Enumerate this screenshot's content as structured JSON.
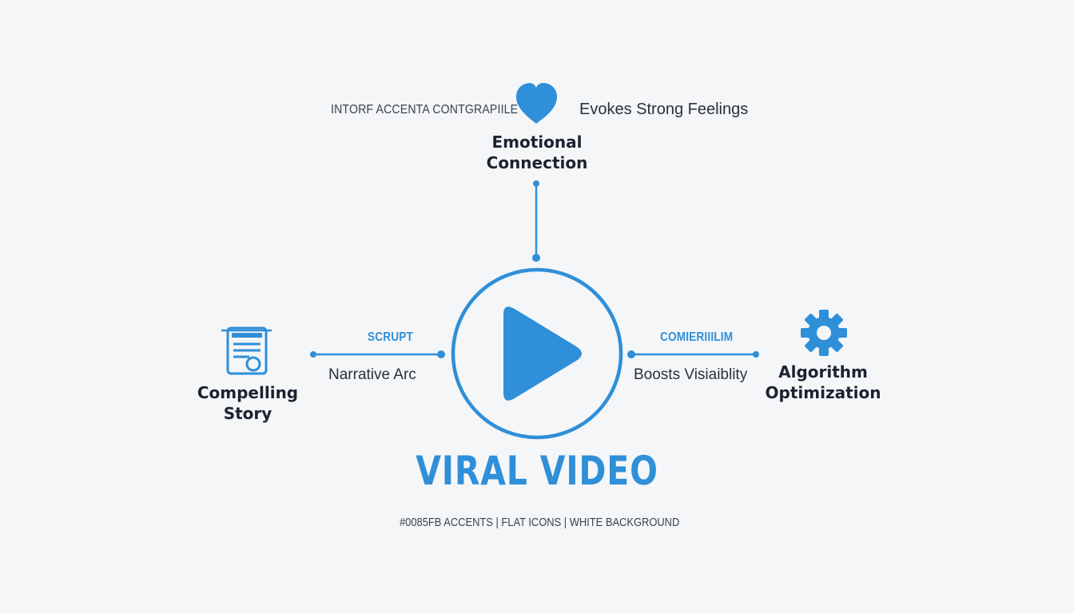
{
  "colors": {
    "accent": "#2f8fd8",
    "background": "#f4f6f8",
    "text": "#1e2733"
  },
  "header": {
    "caption": "INTORF ACCENTA CONTGRAPIILE",
    "feeling": "Evokes Strong Feelings"
  },
  "nodes": {
    "emotional": {
      "title": "Emotional\nConnection",
      "icon": "heart-icon"
    },
    "story": {
      "title": "Compelling\nStory",
      "icon": "script-document-icon"
    },
    "algorithm": {
      "title": "Algorithm\nOptimization",
      "icon": "gear-icon"
    }
  },
  "links": {
    "left": {
      "label": "SCRUPT",
      "description": "Narrative Arc"
    },
    "right": {
      "label": "COMIERIIILIM",
      "description": "Boosts Visiaiblity"
    }
  },
  "center": {
    "icon": "play-icon",
    "title": "VIRAL VIDEO"
  },
  "footer": {
    "note": "#0085FB ACCENTS | FLAT ICONS | WHITE BACKGROUND"
  }
}
